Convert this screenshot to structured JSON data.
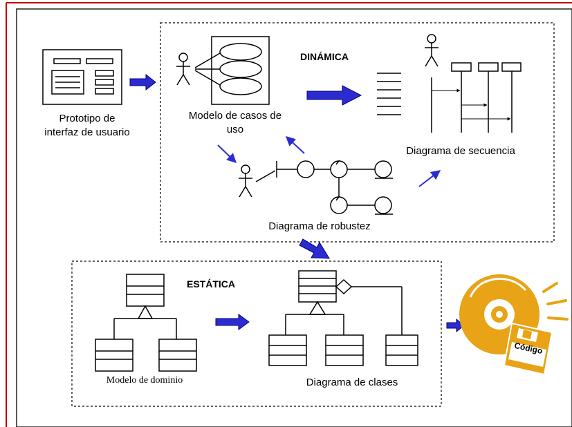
{
  "diagram": {
    "labels": {
      "prototype": "Prototipo de\ninterfaz  de usuario",
      "use_case_model": "Modelo de casos de\nuso",
      "dynamic": "DINÁMICA",
      "sequence_diagram": "Diagrama de secuencia",
      "robustness_diagram": "Diagrama de robustez",
      "static": "ESTÁTICA",
      "domain_model": "Modelo de dominio",
      "class_diagram": "Diagrama de clases",
      "code_tag": "Código"
    },
    "colors": {
      "outer_border": "#c00000",
      "arrow_fill": "#2b2bd0",
      "arrow_outline": "#000080",
      "cd_orange": "#e8a317",
      "line": "#000000"
    }
  }
}
